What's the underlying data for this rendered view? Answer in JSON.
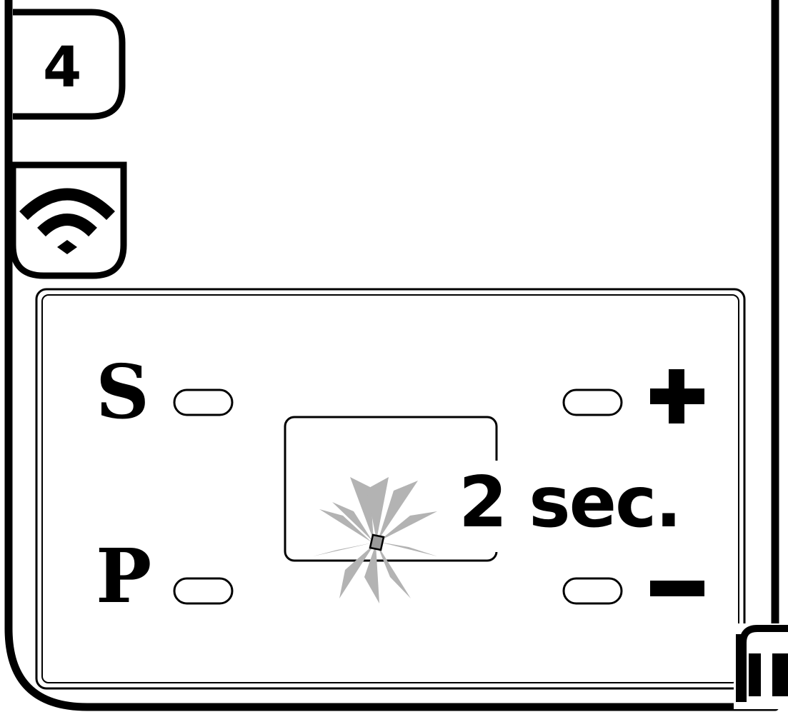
{
  "step": {
    "number": "4"
  },
  "panel": {
    "keys": {
      "set": "S",
      "program": "P"
    },
    "hold_duration": "2 sec."
  },
  "icons": {
    "connectivity": "wifi-icon",
    "plus": "plus-icon",
    "minus": "minus-icon",
    "led": "blinking-led-icon"
  },
  "colors": {
    "line": "#000000",
    "background": "#ffffff",
    "led_rays": "#b3b3b3"
  }
}
